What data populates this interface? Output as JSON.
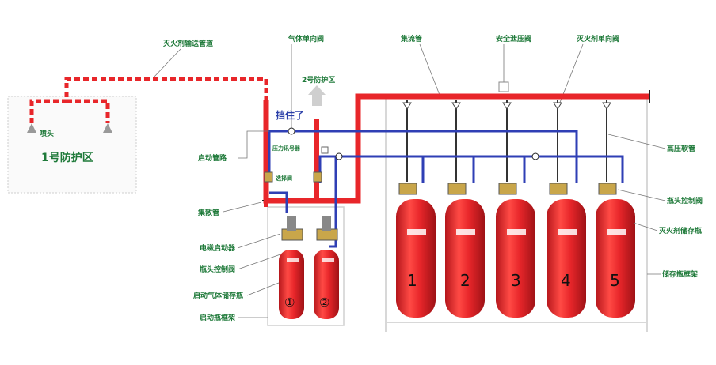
{
  "labels": {
    "agent_pipeline": "灭火剂输送管道",
    "gas_check_valve": "气体单向阀",
    "zone2": "2号防护区",
    "manifold": "集流管",
    "safety_valve": "安全泄压阀",
    "agent_check_valve": "灭火剂单向阀",
    "nozzle": "喷头",
    "zone1": "1号防护区",
    "blocked": "挡住了",
    "start_pipe": "启动管路",
    "pressure_signal": "压力讯号器",
    "selector_valve": "选择阀",
    "high_pressure_hose": "高压软管",
    "collector": "集散管",
    "cylinder_valve_right": "瓶头控制阀",
    "agent_cylinder": "灭火剂储存瓶",
    "storage_rack": "储存瓶框架",
    "solenoid": "电磁启动器",
    "cylinder_valve_left": "瓶头控制阀",
    "start_gas_cylinder": "启动气体储存瓶",
    "start_rack": "启动瓶框架"
  },
  "cylinders": [
    "1",
    "2",
    "3",
    "4",
    "5"
  ],
  "start_cylinders": [
    "①",
    "②"
  ],
  "colors": {
    "red": "#e8262a",
    "blue": "#2f3fb5",
    "green": "#1f7a3a"
  }
}
